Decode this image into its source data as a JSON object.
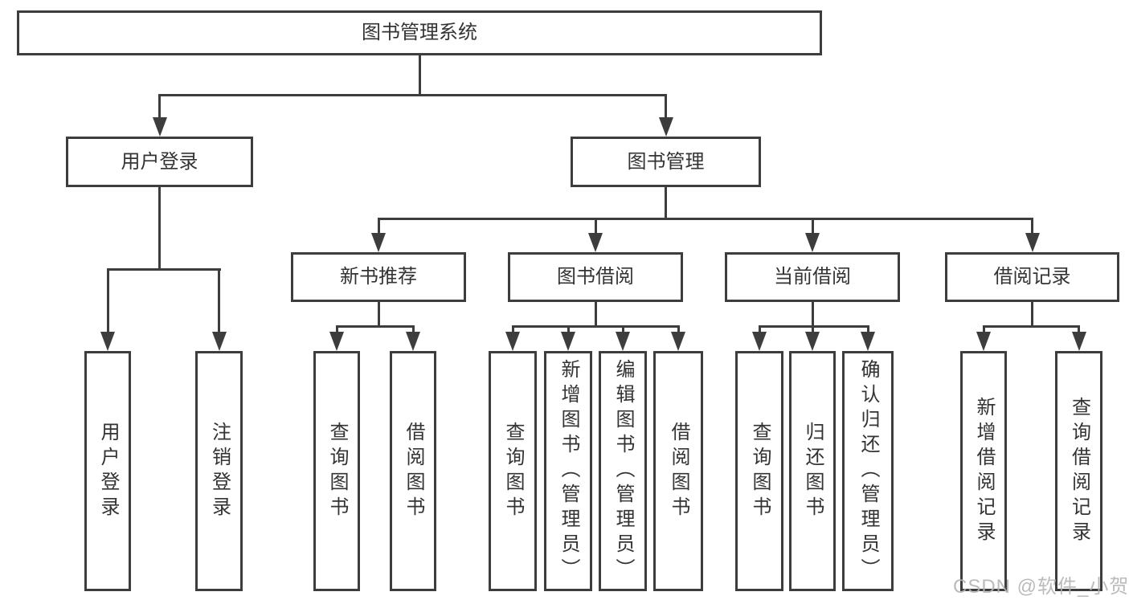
{
  "tree": {
    "label": "图书管理系统",
    "children": [
      {
        "label": "用户登录",
        "children": [
          {
            "label": "用户登录"
          },
          {
            "label": "注销登录"
          }
        ]
      },
      {
        "label": "图书管理",
        "children": [
          {
            "label": "新书推荐",
            "children": [
              {
                "label": "查询图书"
              },
              {
                "label": "借阅图书"
              }
            ]
          },
          {
            "label": "图书借阅",
            "children": [
              {
                "label": "查询图书"
              },
              {
                "label": "新增图书（管理员）"
              },
              {
                "label": "编辑图书（管理员）"
              },
              {
                "label": "借阅图书"
              }
            ]
          },
          {
            "label": "当前借阅",
            "children": [
              {
                "label": "查询图书"
              },
              {
                "label": "归还图书"
              },
              {
                "label": "确认归还（管理员）"
              }
            ]
          },
          {
            "label": "借阅记录",
            "children": [
              {
                "label": "新增借阅记录"
              },
              {
                "label": "查询借阅记录"
              }
            ]
          }
        ]
      }
    ]
  },
  "watermark": {
    "text": "CSDN @软件_小贺同学"
  },
  "colors": {
    "line": "#3d3d3d",
    "text": "#333333",
    "background": "#ffffff",
    "watermark": "#b4b4b4"
  }
}
